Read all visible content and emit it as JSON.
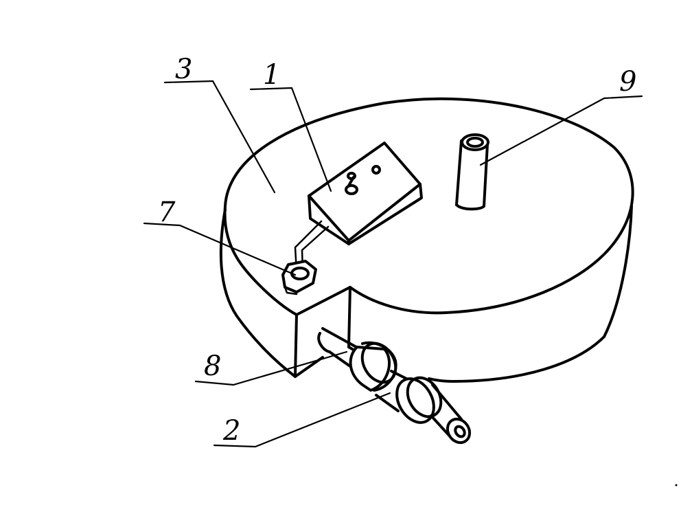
{
  "labels": {
    "part_1": "1",
    "part_2": "2",
    "part_3": "3",
    "part_7": "7",
    "part_8": "8",
    "part_9": "9"
  }
}
